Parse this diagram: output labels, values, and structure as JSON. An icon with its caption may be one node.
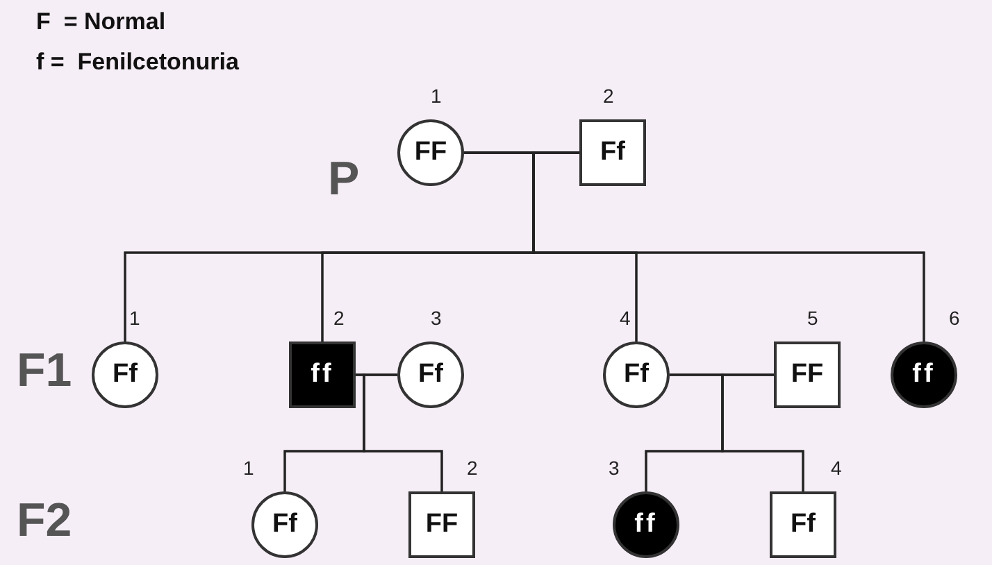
{
  "diagram": {
    "nodes": [
      {
        "text": [
          "FF"
        ],
        "beside": [
          "1"
        ]
      },
      {
        "text": [
          "Ff"
        ],
        "beside": [
          "2"
        ]
      },
      {
        "text": [
          "Ff"
        ],
        "beside": [
          "1"
        ]
      },
      {
        "text": [
          "ff"
        ],
        "beside": [
          "2"
        ]
      },
      {
        "text": [
          "Ff"
        ],
        "beside": [
          "3"
        ]
      },
      {
        "text": [
          "Ff"
        ],
        "beside": [
          "4"
        ]
      },
      {
        "text": [
          "FF"
        ],
        "beside": [
          "5"
        ]
      },
      {
        "text": [
          "ff"
        ],
        "beside": [
          "6"
        ]
      },
      {
        "text": [
          "Ff"
        ],
        "beside": [
          "1"
        ]
      },
      {
        "text": [
          "FF"
        ],
        "beside": [
          "2"
        ]
      },
      {
        "text": [
          "ff"
        ],
        "beside": [
          "3"
        ]
      },
      {
        "text": [
          "Ff"
        ],
        "beside": [
          "4"
        ]
      }
    ],
    "edges": [
      {
        "from": 0,
        "to": 1,
        "arrow": "none"
      },
      {
        "from": 0,
        "to": 2,
        "arrow": "none"
      },
      {
        "from": 1,
        "to": 2,
        "arrow": "none"
      },
      {
        "from": 0,
        "to": 3,
        "arrow": "none"
      },
      {
        "from": 1,
        "to": 3,
        "arrow": "none"
      },
      {
        "from": 0,
        "to": 5,
        "arrow": "none"
      },
      {
        "from": 1,
        "to": 5,
        "arrow": "none"
      },
      {
        "from": 0,
        "to": 7,
        "arrow": "none"
      },
      {
        "from": 1,
        "to": 7,
        "arrow": "none"
      },
      {
        "from": 3,
        "to": 4,
        "arrow": "none"
      },
      {
        "from": 3,
        "to": 8,
        "arrow": "none"
      },
      {
        "from": 4,
        "to": 8,
        "arrow": "none"
      },
      {
        "from": 3,
        "to": 9,
        "arrow": "none"
      },
      {
        "from": 4,
        "to": 9,
        "arrow": "none"
      },
      {
        "from": 5,
        "to": 6,
        "arrow": "none"
      },
      {
        "from": 5,
        "to": 10,
        "arrow": "none"
      },
      {
        "from": 6,
        "to": 10,
        "arrow": "none"
      },
      {
        "from": 5,
        "to": 11,
        "arrow": "none"
      },
      {
        "from": 6,
        "to": 11,
        "arrow": "none"
      }
    ],
    "labels": [
      "F  = Normal",
      "f =  Fenilcetonuria",
      "P",
      "F1",
      "F2"
    ]
  }
}
